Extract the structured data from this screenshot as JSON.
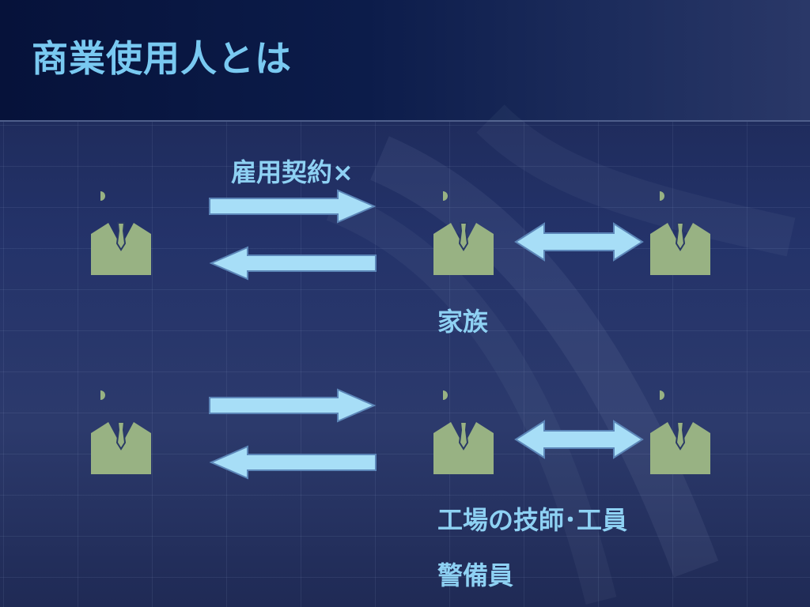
{
  "slide": {
    "title": "商業使用人とは"
  },
  "labels": {
    "contract": "雇用契約×",
    "family": "家族",
    "factory": "工場の技師･工員",
    "guard": "警備員"
  },
  "colors": {
    "title": "#79c9f1",
    "label": "#8ed1f3",
    "figure": "#98b283",
    "arrow_fill": "#a7def7",
    "arrow_stroke": "#5c86b8"
  },
  "icons": [
    "person-icon",
    "right-arrow-icon",
    "left-arrow-icon",
    "double-arrow-icon"
  ]
}
